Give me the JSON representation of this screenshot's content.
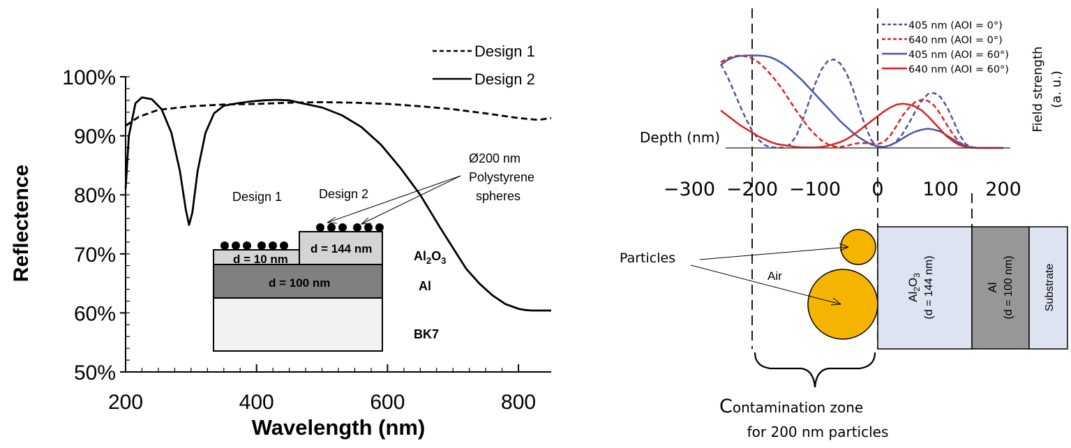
{
  "chart_data": [
    {
      "type": "line",
      "ylabel": "Reflectence",
      "xlabel": "Wavelength (nm)",
      "xlim": [
        200,
        850
      ],
      "ylim": [
        0.5,
        1.0
      ],
      "x_ticks": [
        200,
        400,
        600,
        800
      ],
      "x_tick_labels": [
        "200",
        "400",
        "600",
        "800"
      ],
      "y_ticks": [
        0.5,
        0.6,
        0.7,
        0.8,
        0.9,
        1.0
      ],
      "y_tick_labels": [
        "50%",
        "60%",
        "70%",
        "80%",
        "90%",
        "100%"
      ],
      "legend_position": "top-right",
      "series": [
        {
          "name": "Design 1",
          "style": "dashed",
          "x": [
            200,
            220,
            250,
            300,
            350,
            400,
            450,
            500,
            550,
            600,
            650,
            700,
            750,
            800,
            830,
            850
          ],
          "y": [
            0.917,
            0.932,
            0.944,
            0.95,
            0.953,
            0.954,
            0.956,
            0.957,
            0.956,
            0.954,
            0.95,
            0.945,
            0.938,
            0.93,
            0.927,
            0.93
          ]
        },
        {
          "name": "Design 2",
          "style": "solid",
          "x": [
            200,
            205,
            215,
            225,
            240,
            255,
            270,
            283,
            292,
            297,
            302,
            310,
            322,
            335,
            350,
            370,
            390,
            410,
            430,
            450,
            470,
            500,
            530,
            560,
            590,
            620,
            650,
            680,
            700,
            720,
            740,
            760,
            780,
            800,
            810,
            820,
            830,
            850
          ],
          "y": [
            0.81,
            0.9,
            0.955,
            0.965,
            0.962,
            0.945,
            0.905,
            0.84,
            0.775,
            0.749,
            0.77,
            0.84,
            0.905,
            0.938,
            0.951,
            0.955,
            0.958,
            0.96,
            0.961,
            0.96,
            0.955,
            0.948,
            0.935,
            0.915,
            0.885,
            0.845,
            0.8,
            0.745,
            0.71,
            0.675,
            0.65,
            0.63,
            0.615,
            0.607,
            0.605,
            0.604,
            0.604,
            0.604
          ]
        }
      ],
      "annotations": {
        "design1_label": "Design 1",
        "design2_label": "Design 2",
        "spheres_label_lines": [
          "Ø200 nm",
          "Polystyrene",
          "spheres"
        ],
        "layer_d10": "d = 10 nm",
        "layer_d144": "d = 144 nm",
        "layer_d100": "d = 100 nm",
        "al2o3_main": "Al",
        "al2o3_sub_2": "2",
        "al2o3_O": "O",
        "al2o3_sub_3": "3",
        "al_label": "Al",
        "bk7_label": "BK7"
      }
    },
    {
      "type": "line",
      "xlabel": "Depth (nm)",
      "ylabel": "Field strength (a. u.)",
      "ylabel_lines": [
        "Field strength",
        "(a. u.)"
      ],
      "xlim": [
        -300,
        200
      ],
      "ylim": [
        0,
        1
      ],
      "x_ticks": [
        -300,
        -200,
        -100,
        0,
        100,
        200
      ],
      "x_tick_labels": [
        "−300",
        "−200",
        "−100",
        "0",
        "100",
        "200"
      ],
      "legend_position": "top-right",
      "series": [
        {
          "name": "405 nm (AOI = 0°)",
          "color": "#4a55a8",
          "style": "dashed",
          "x": [
            -250,
            -240,
            -230,
            -220,
            -210,
            -200,
            -190,
            -180,
            -170,
            -160,
            -150,
            -140,
            -130,
            -120,
            -110,
            -100,
            -90,
            -80,
            -70,
            -60,
            -50,
            -40,
            -30,
            -20,
            -10,
            0,
            10,
            20,
            30,
            40,
            50,
            60,
            70,
            80,
            90,
            100,
            110,
            120,
            130,
            140,
            150,
            160,
            170,
            180,
            190,
            200
          ],
          "y": [
            0.87,
            0.75,
            0.603,
            0.448,
            0.303,
            0.18,
            0.087,
            0.03,
            0.008,
            0.003,
            0.005,
            0.035,
            0.12,
            0.28,
            0.47,
            0.66,
            0.81,
            0.9,
            0.92,
            0.88,
            0.78,
            0.62,
            0.42,
            0.23,
            0.08,
            0.01,
            0.007,
            0.025,
            0.07,
            0.15,
            0.26,
            0.38,
            0.49,
            0.56,
            0.57,
            0.53,
            0.43,
            0.29,
            0.14,
            0.04,
            0.008,
            0.002,
            0,
            0,
            0,
            0
          ]
        },
        {
          "name": "640 nm (AOI = 0°)",
          "color": "#e0201c",
          "style": "dashed",
          "x": [
            -250,
            -240,
            -230,
            -220,
            -210,
            -200,
            -190,
            -180,
            -170,
            -160,
            -150,
            -140,
            -130,
            -120,
            -110,
            -100,
            -90,
            -80,
            -70,
            -60,
            -50,
            -40,
            -30,
            -20,
            -10,
            0,
            10,
            20,
            30,
            40,
            50,
            60,
            70,
            80,
            90,
            100,
            110,
            120,
            130,
            140,
            150,
            160,
            170,
            180,
            190,
            200
          ],
          "y": [
            0.89,
            0.93,
            0.95,
            0.96,
            0.95,
            0.93,
            0.89,
            0.83,
            0.76,
            0.68,
            0.59,
            0.49,
            0.39,
            0.3,
            0.21,
            0.14,
            0.08,
            0.04,
            0.015,
            0.01,
            0.02,
            0.04,
            0.05,
            0.05,
            0.045,
            0.04,
            0.06,
            0.13,
            0.23,
            0.34,
            0.42,
            0.48,
            0.5,
            0.49,
            0.44,
            0.35,
            0.24,
            0.14,
            0.06,
            0.02,
            0.005,
            0,
            0,
            0,
            0,
            0
          ]
        },
        {
          "name": "405 nm (AOI = 60°)",
          "color": "#4a55a8",
          "style": "solid",
          "x": [
            -250,
            -240,
            -230,
            -220,
            -210,
            -200,
            -190,
            -180,
            -170,
            -160,
            -150,
            -140,
            -130,
            -120,
            -110,
            -100,
            -90,
            -80,
            -70,
            -60,
            -50,
            -40,
            -30,
            -20,
            -10,
            0,
            10,
            20,
            30,
            40,
            50,
            60,
            70,
            80,
            90,
            100,
            110,
            120,
            130,
            140,
            150,
            160,
            170,
            180,
            190,
            200
          ],
          "y": [
            0.86,
            0.91,
            0.94,
            0.955,
            0.96,
            0.96,
            0.96,
            0.955,
            0.94,
            0.91,
            0.87,
            0.82,
            0.76,
            0.7,
            0.63,
            0.56,
            0.49,
            0.42,
            0.35,
            0.28,
            0.22,
            0.16,
            0.11,
            0.07,
            0.035,
            0.015,
            0.01,
            0.03,
            0.06,
            0.1,
            0.14,
            0.17,
            0.19,
            0.2,
            0.19,
            0.17,
            0.13,
            0.09,
            0.05,
            0.02,
            0.005,
            0,
            0,
            0,
            0,
            0
          ]
        },
        {
          "name": "640 nm (AOI = 60°)",
          "color": "#e0201c",
          "style": "solid",
          "x": [
            -250,
            -240,
            -230,
            -220,
            -210,
            -200,
            -190,
            -180,
            -170,
            -160,
            -150,
            -140,
            -130,
            -120,
            -110,
            -100,
            -90,
            -80,
            -70,
            -60,
            -50,
            -40,
            -30,
            -20,
            -10,
            0,
            10,
            20,
            30,
            40,
            50,
            60,
            70,
            80,
            90,
            100,
            110,
            120,
            130,
            140,
            150,
            160,
            170,
            180,
            190,
            200
          ],
          "y": [
            0.39,
            0.34,
            0.29,
            0.24,
            0.2,
            0.16,
            0.12,
            0.09,
            0.06,
            0.04,
            0.03,
            0.02,
            0.01,
            0.005,
            0.005,
            0.005,
            0.01,
            0.02,
            0.04,
            0.06,
            0.09,
            0.13,
            0.18,
            0.23,
            0.28,
            0.33,
            0.38,
            0.42,
            0.45,
            0.46,
            0.45,
            0.43,
            0.39,
            0.33,
            0.26,
            0.19,
            0.12,
            0.07,
            0.03,
            0.01,
            0.002,
            0,
            0,
            0,
            0,
            0
          ]
        }
      ],
      "annotations": {
        "particles": "Particles",
        "air": "Air",
        "al2o3_main": "Al",
        "al2o3_sub_2": "2",
        "al2o3_O": "O",
        "al2o3_sub_3": "3",
        "al2o3_thickness": "(d = 144 nm)",
        "al_label": "Al",
        "al_thickness": "(d = 100 nm)",
        "substrate": "Substrate",
        "zone_big_letter": "C",
        "zone_rest": "ontamination zone",
        "zone_line2": "for 200 nm particles"
      },
      "colors": {
        "particle": "#f5b400",
        "al2o3_layer": "#dde3f0",
        "al_layer": "#979797",
        "substrate_layer": "#dde3f0"
      }
    }
  ]
}
